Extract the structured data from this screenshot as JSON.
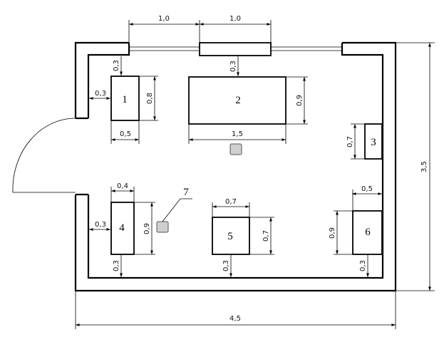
{
  "dimensions": {
    "window_1": "1,0",
    "window_2": "1,0",
    "room_width": "4,5",
    "room_height": "3,5",
    "d1_top": "0,3",
    "d1_left": "0,3",
    "d1_height": "0,8",
    "d1_width": "0,5",
    "d2_top": "0,3",
    "d2_height": "0,9",
    "d2_width": "1,5",
    "d3_height": "0,7",
    "d4_width": "0,4",
    "d4_left": "0,3",
    "d4_height": "0,9",
    "d4_bottom": "0,3",
    "d5_width": "0,7",
    "d5_height": "0,7",
    "d5_bottom": "0,3",
    "d6_width": "0,5",
    "d6_height": "0,9",
    "d6_bottom": "0,3"
  },
  "items": {
    "n1": "1",
    "n2": "2",
    "n3": "3",
    "n4": "4",
    "n5": "5",
    "n6": "6",
    "n7": "7"
  }
}
